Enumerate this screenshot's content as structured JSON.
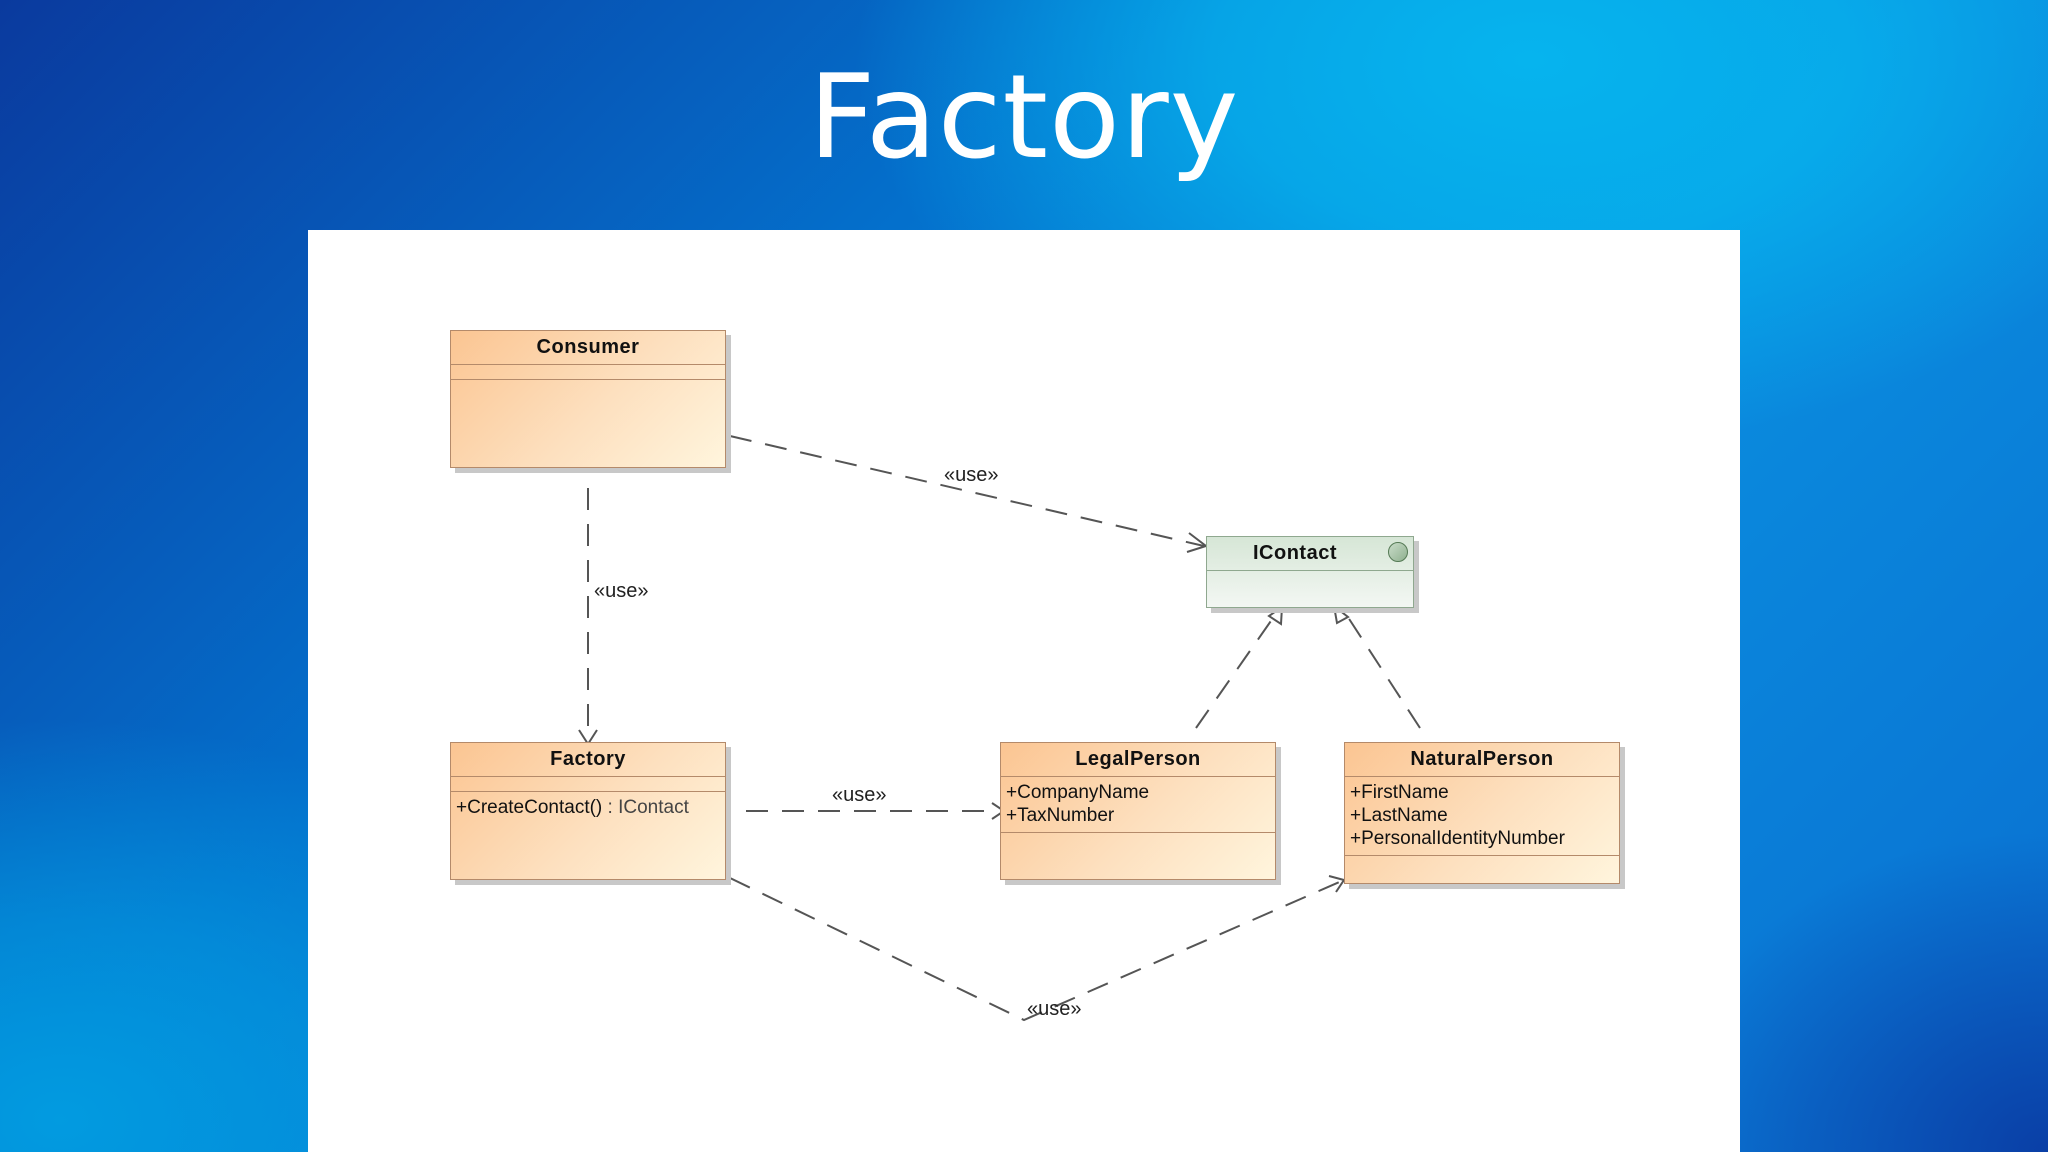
{
  "slide": {
    "title": "Factory"
  },
  "diagram": {
    "classes": {
      "consumer": {
        "name": "Consumer",
        "attributes": [],
        "operations": []
      },
      "icontact": {
        "name": "IContact",
        "kind": "interface",
        "attributes": [],
        "operations": []
      },
      "factory": {
        "name": "Factory",
        "operations": [
          "+CreateContact()",
          ": IContact"
        ]
      },
      "legalperson": {
        "name": "LegalPerson",
        "attributes": [
          "+CompanyName",
          "+TaxNumber"
        ]
      },
      "naturalperson": {
        "name": "NaturalPerson",
        "attributes": [
          "+FirstName",
          "+LastName",
          "+PersonalIdentityNumber"
        ]
      }
    },
    "relations": [
      {
        "from": "Consumer",
        "to": "IContact",
        "type": "dependency",
        "label": "«use»"
      },
      {
        "from": "Consumer",
        "to": "Factory",
        "type": "dependency",
        "label": "«use»"
      },
      {
        "from": "Factory",
        "to": "LegalPerson",
        "type": "dependency",
        "label": "«use»"
      },
      {
        "from": "Factory",
        "to": "NaturalPerson",
        "type": "dependency",
        "label": "«use»"
      },
      {
        "from": "LegalPerson",
        "to": "IContact",
        "type": "realization"
      },
      {
        "from": "NaturalPerson",
        "to": "IContact",
        "type": "realization"
      }
    ],
    "colors": {
      "class_fill": "#fbc592",
      "class_border": "#b48a6a",
      "interface_fill": "#d6e6d6",
      "connector": "#555555"
    }
  }
}
